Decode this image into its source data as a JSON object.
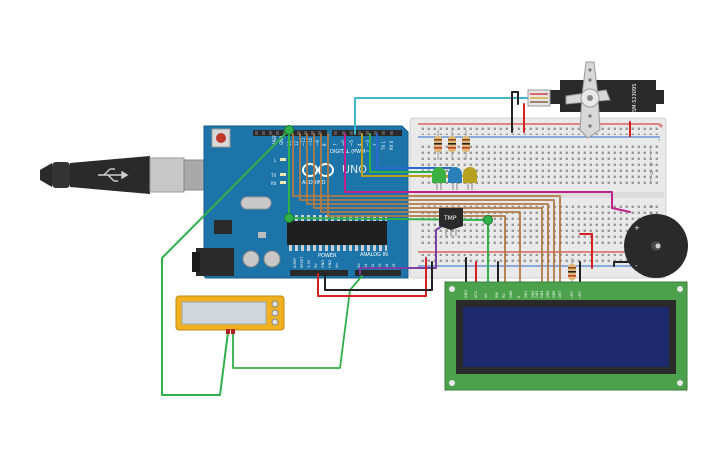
{
  "arduino": {
    "brand_text": "ARDUINO",
    "model_text": "UNO",
    "digital_label": "DIGITAL (PWM~)",
    "power_label": "POWER",
    "analog_label": "ANALOG IN",
    "aref_label": "AREF",
    "gnd_label": "GND",
    "tx_label": "TX",
    "rx_label": "RX",
    "l_label": "L",
    "power_pins": [
      "IOREF",
      "RESET",
      "3.3V",
      "5V",
      "GND",
      "GND",
      "Vin"
    ],
    "analog_pins": [
      "A0",
      "A1",
      "A2",
      "A3",
      "A4",
      "A5"
    ],
    "digital_pins_left": [
      "13",
      "12",
      "~11",
      "~10",
      "~9",
      "8"
    ],
    "digital_pins_right": [
      "7",
      "~6",
      "~5",
      "4",
      "~3",
      "2",
      "TX 1",
      "RX 0"
    ]
  },
  "servo": {
    "label": "SM-S2309S"
  },
  "temp_sensor": {
    "label": "TMP"
  },
  "lcd": {
    "pins": [
      "GND",
      "VCC",
      "V0",
      "RS",
      "RW",
      "E",
      "DB0",
      "DB1",
      "DB2",
      "DB3",
      "DB4",
      "DB5",
      "DB6",
      "DB7",
      "LED",
      "LED"
    ]
  },
  "buzzer": {
    "plus": "+",
    "minus": "-"
  },
  "breadboard": {
    "row_letters_top": [
      "j",
      "i",
      "h",
      "g",
      "f"
    ],
    "row_letters_bottom": [
      "e",
      "d",
      "c",
      "b",
      "a"
    ],
    "plus": "+",
    "minus": "-"
  },
  "colors": {
    "board": "#1d74a8",
    "usb_cable": "#2a2a2a",
    "wire_green": "#2fb04a",
    "wire_red": "#d42020",
    "wire_black": "#222222",
    "wire_brown": "#b07a45",
    "wire_purple": "#7a3fa0",
    "wire_magenta": "#c0208a",
    "wire_cyan": "#40b8c8",
    "wire_blue": "#2a6ad0",
    "led_green": "#3cb043",
    "led_blue": "#2a7fb8",
    "led_yellow": "#b8a020",
    "lcd_board": "#4ca24c",
    "lcd_screen": "#1e2a6e",
    "pot_body": "#f0b020"
  }
}
